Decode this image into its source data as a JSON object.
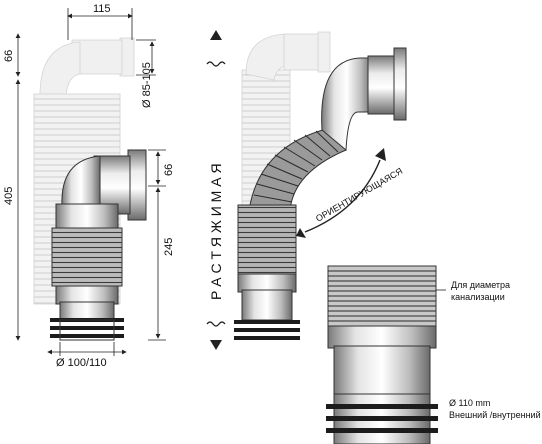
{
  "dimensions": {
    "top_width": "115",
    "top_height": "66",
    "outlet_diameter": "Ø 85-105",
    "side_height": "66",
    "total_height": "405",
    "lower_height": "245",
    "inlet_diameter": "Ø 100/110"
  },
  "labels": {
    "stretchable": "Р А С Т Я Ж И М А Я",
    "orientable": "ОРИЕНТИРУЮЩАЯСЯ",
    "for_sewer_line1": "Для диаметра",
    "for_sewer_line2": "канализации",
    "diameter_110": "Ø 110 mm",
    "outer_inner": "Внешний /внутренний"
  },
  "colors": {
    "pipe_light": "#f2f2f2",
    "pipe_mid": "#bdbdbd",
    "pipe_dark": "#6e6e6e",
    "ring_black": "#1c1c1c"
  }
}
